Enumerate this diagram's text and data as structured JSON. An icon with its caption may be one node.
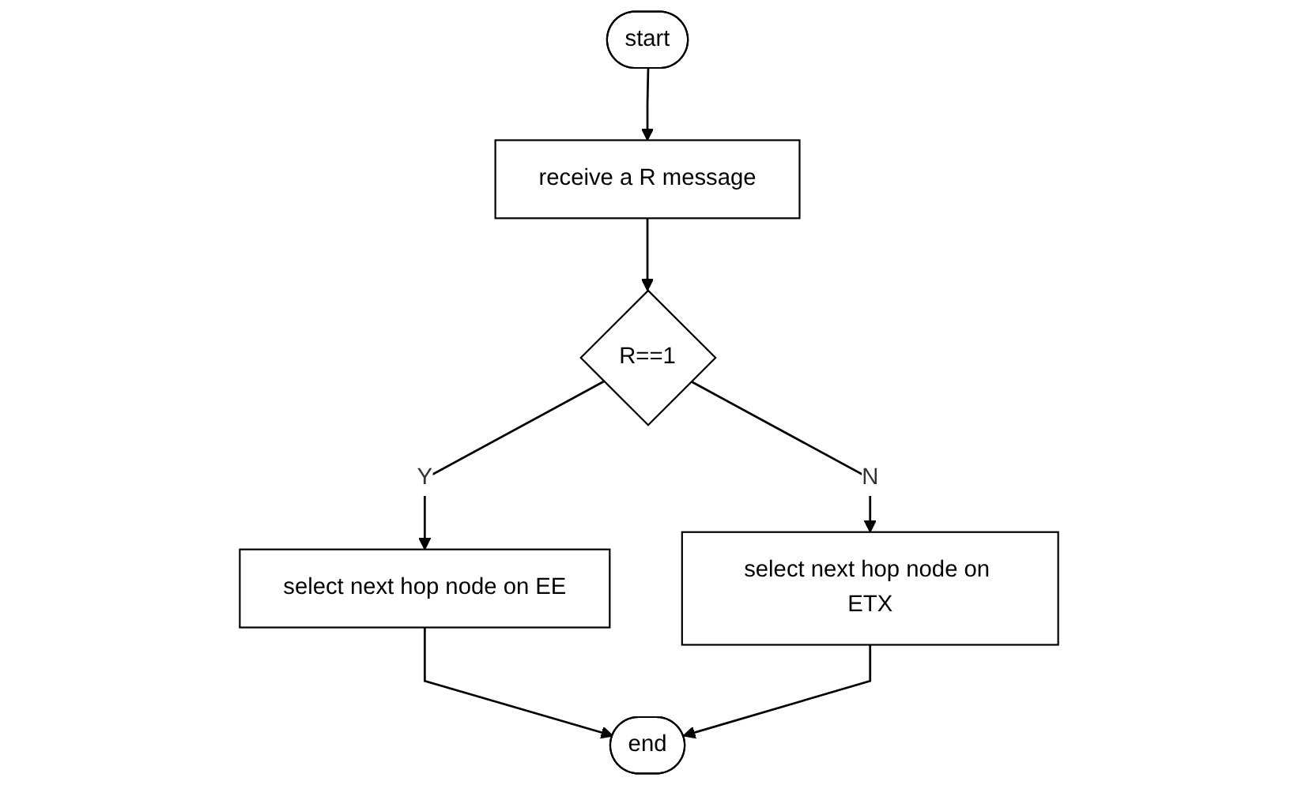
{
  "diagram": {
    "nodes": [
      {
        "text": [
          "start"
        ]
      },
      {
        "text": [
          "receive a R message"
        ]
      },
      {
        "text": [
          "R==1"
        ]
      },
      {
        "text": [
          "select next hop node on EE"
        ]
      },
      {
        "text": [
          "select next hop node on ETX"
        ]
      },
      {
        "text": [
          "end"
        ]
      }
    ],
    "edges": [
      {
        "from": 0,
        "to": 1,
        "arrow": "to"
      },
      {
        "from": 1,
        "to": 2,
        "arrow": "to"
      },
      {
        "from": 2,
        "to": 3,
        "label": "Y",
        "arrow": "to"
      },
      {
        "from": 2,
        "to": 4,
        "label": "N",
        "arrow": "to"
      },
      {
        "from": 3,
        "to": 5,
        "arrow": "to"
      },
      {
        "from": 4,
        "to": 5,
        "arrow": "to"
      }
    ]
  }
}
